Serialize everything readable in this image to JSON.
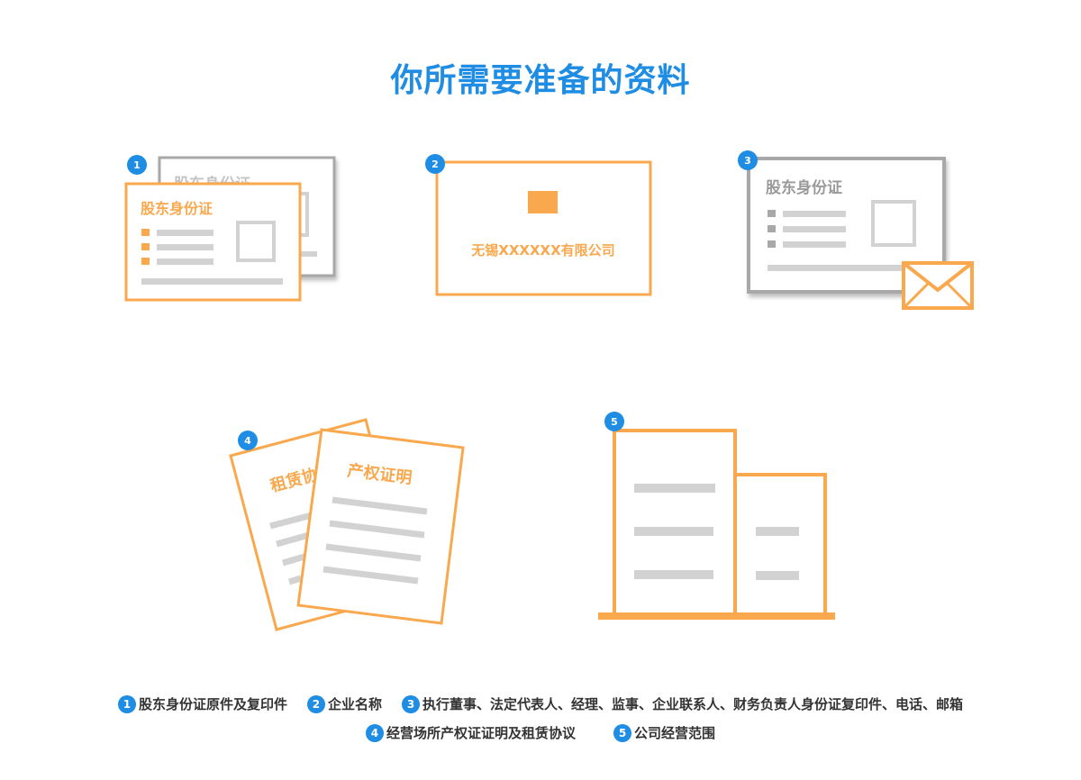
{
  "title": "你所需要准备的资料",
  "colors": {
    "title": "#1f8de3",
    "badge": "#1f8de3",
    "accent": "#f9a84d",
    "gray_frame": "#a8a8a8",
    "gray_line": "#d2d2d2",
    "gray_text": "#9a9a9a"
  },
  "cards": {
    "id_card": {
      "badge": "1",
      "front_title": "股东身份证",
      "back_title": "股东身份证"
    },
    "company_name": {
      "badge": "2",
      "text": "无锡XXXXXX有限公司"
    },
    "id_mail": {
      "badge": "3",
      "title": "股东身份证",
      "icon": "envelope-icon"
    },
    "property_docs": {
      "badge": "4",
      "back_title": "租赁协",
      "front_title": "产权证明"
    },
    "business_scope": {
      "badge": "5",
      "icon": "building-icon"
    }
  },
  "legend": {
    "row1": [
      {
        "num": "1",
        "label": "股东身份证原件及复印件"
      },
      {
        "num": "2",
        "label": "企业名称"
      },
      {
        "num": "3",
        "label": "执行董事、法定代表人、经理、监事、企业联系人、财务负责人身份证复印件、电话、邮箱"
      }
    ],
    "row2": [
      {
        "num": "4",
        "label": "经营场所产权证证明及租赁协议"
      },
      {
        "num": "5",
        "label": "公司经营范围"
      }
    ]
  }
}
